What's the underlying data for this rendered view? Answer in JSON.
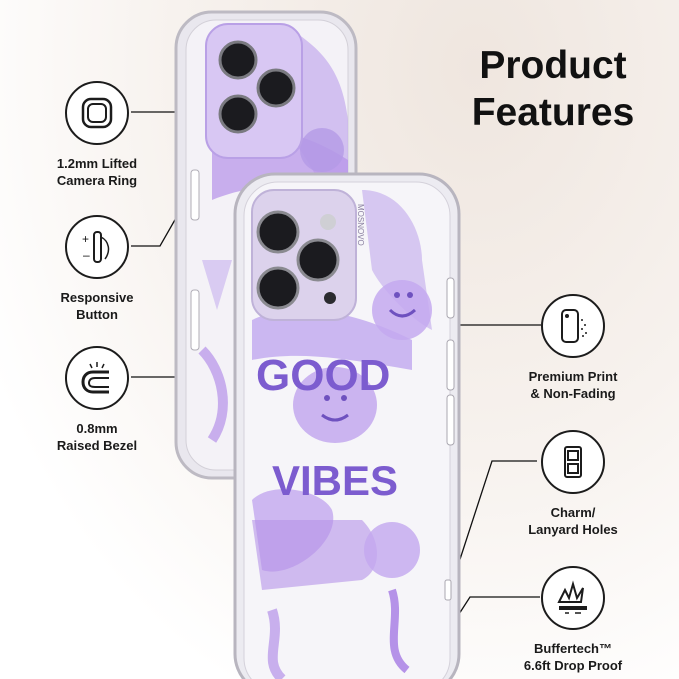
{
  "title": {
    "line1": "Product",
    "line2": "Features"
  },
  "features": [
    {
      "label_1": "1.2mm Lifted",
      "label_2": "Camera Ring",
      "icon": "camera-ring-icon"
    },
    {
      "label_1": "Responsive",
      "label_2": "Button",
      "icon": "button-icon"
    },
    {
      "label_1": "0.8mm",
      "label_2": "Raised Bezel",
      "icon": "bezel-icon"
    },
    {
      "label_1": "Premium Print",
      "label_2": "& Non-Fading",
      "icon": "print-icon"
    },
    {
      "label_1": "Charm/",
      "label_2": "Lanyard Holes",
      "icon": "lanyard-hole-icon"
    },
    {
      "label_1": "Buffertech™",
      "label_2": "6.6ft Drop Proof",
      "icon": "impact-icon"
    }
  ],
  "case_print": {
    "line1": "GOOD",
    "line2": "VIBES",
    "brand": "MOSNOVO"
  },
  "colors": {
    "print_purple": "#b592e8",
    "print_dark": "#7c5ccf",
    "line": "#111111"
  }
}
